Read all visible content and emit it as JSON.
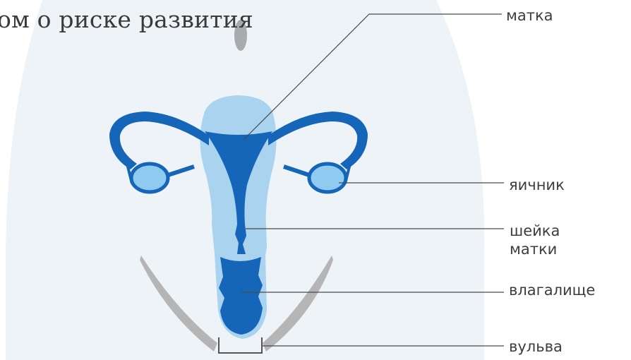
{
  "header": {
    "text_fragment": "ом о риске развития"
  },
  "labels": {
    "uterus": "матка",
    "ovary": "яичник",
    "cervix_line1": "шейка",
    "cervix_line2": "матки",
    "vagina": "влагалище",
    "vulva": "вульва"
  },
  "colors": {
    "body_background": "#eef3f8",
    "organ_dark_blue": "#1565b8",
    "organ_light_blue": "#a9d3ef",
    "ovary_fill": "#8fcaf0",
    "pelvic_bone_gray": "#b5b5b5",
    "leader_line": "#4a4a4a"
  }
}
